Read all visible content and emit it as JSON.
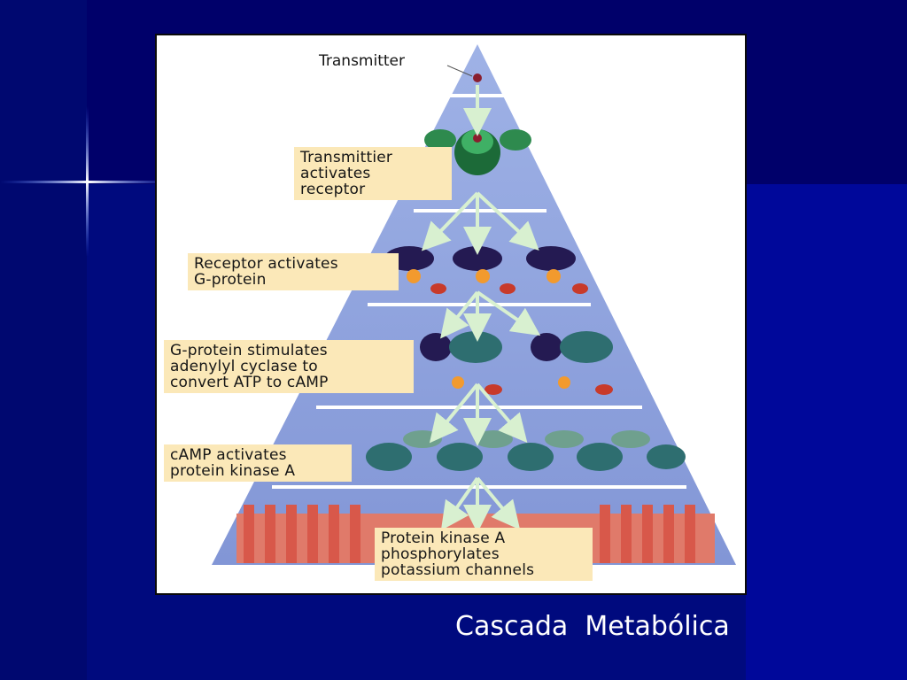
{
  "figure": {
    "labels": [
      "Transmitter",
      "Transmittier\nactivates\nreceptor",
      "Receptor activates\nG-protein",
      "G-protein stimulates\nadenylyl cyclase to\nconvert ATP to cAMP",
      "cAMP activates\nprotein kinase A",
      "Protein kinase A\nphosphorylates\npotassium channels"
    ]
  },
  "caption": "Cascada  Metabólica",
  "colors": {
    "background": "#000a73",
    "pyramid": "#8fa3dc",
    "label_fill": "#fbe8b8",
    "caption": "#ffffff"
  }
}
